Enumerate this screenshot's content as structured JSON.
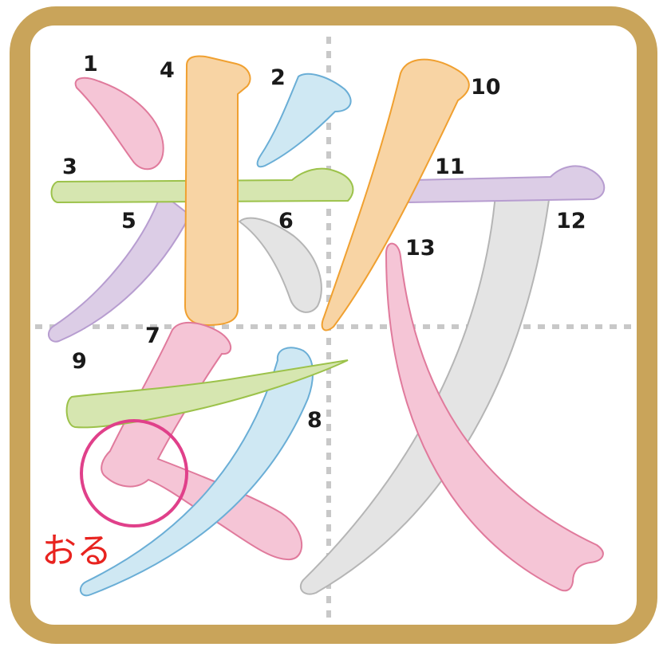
{
  "colors": {
    "frame": "#c9a45a",
    "background": "#ffffff",
    "guide": "#c8c8c8",
    "hint_circle": "#e0408a",
    "hint_text": "#e8231f"
  },
  "strokes": [
    {
      "number": "1",
      "color": "pink"
    },
    {
      "number": "2",
      "color": "blue"
    },
    {
      "number": "3",
      "color": "green"
    },
    {
      "number": "4",
      "color": "orange"
    },
    {
      "number": "5",
      "color": "purple"
    },
    {
      "number": "6",
      "color": "gray"
    },
    {
      "number": "7",
      "color": "pink"
    },
    {
      "number": "8",
      "color": "blue"
    },
    {
      "number": "9",
      "color": "green"
    },
    {
      "number": "10",
      "color": "orange"
    },
    {
      "number": "11",
      "color": "purple"
    },
    {
      "number": "12",
      "color": "gray"
    },
    {
      "number": "13",
      "color": "pink"
    }
  ],
  "hint": {
    "text": "おる"
  }
}
